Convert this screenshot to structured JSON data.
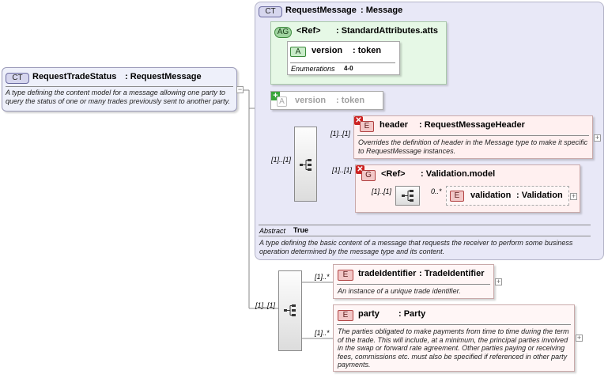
{
  "root": {
    "badge": "CT",
    "name": "RequestTradeStatus",
    "type": ": RequestMessage",
    "description": "A type defining the content model for a message allowing one party to query the status of one or many trades previously sent to another party."
  },
  "base": {
    "badge": "CT",
    "name": "RequestMessage",
    "type": ": Message",
    "abstract_label": "Abstract",
    "abstract_value": "True",
    "description": "A type defining the basic content of a message that requests the receiver to perform some business operation determined by the message type and its content."
  },
  "attr_group": {
    "badge": "AG",
    "name": "<Ref>",
    "type": ": StandardAttributes.atts",
    "attr": {
      "badge": "A",
      "name": "version",
      "type": ": token",
      "enum_label": "Enumerations",
      "enum_value": "4-0"
    }
  },
  "version_attr": {
    "badge": "A",
    "name": "version",
    "type": ": token"
  },
  "header": {
    "badge": "E",
    "name": "header",
    "type": ": RequestMessageHeader",
    "occurrence": "[1]..[1]",
    "description": "Overrides the definition of header in the Message type to make it specific to RequestMessage instances."
  },
  "validation_group": {
    "badge": "G",
    "name": "<Ref>",
    "type": ": Validation.model",
    "occurrence": "[1]..[1]",
    "inner_occurrence": "[1]..[1]",
    "element": {
      "badge": "E",
      "name": "validation",
      "type": ": Validation",
      "occurrence": "0..*"
    }
  },
  "seq_occurrence_base": "[1]..[1]",
  "seq_occurrence_root": "[1]..[1]",
  "trade_identifier": {
    "badge": "E",
    "name": "tradeIdentifier",
    "type": ": TradeIdentifier",
    "occurrence": "[1]..*",
    "description": "An instance of a unique trade identifier."
  },
  "party": {
    "badge": "E",
    "name": "party",
    "type": ": Party",
    "occurrence": "[1]..*",
    "description": "The parties obligated to make payments from time to time during the term of the trade. This will include, at a minimum, the principal parties involved in the swap or forward rate agreement. Other parties paying or receiving fees, commissions etc. must also be specified if referenced in other party payments."
  }
}
